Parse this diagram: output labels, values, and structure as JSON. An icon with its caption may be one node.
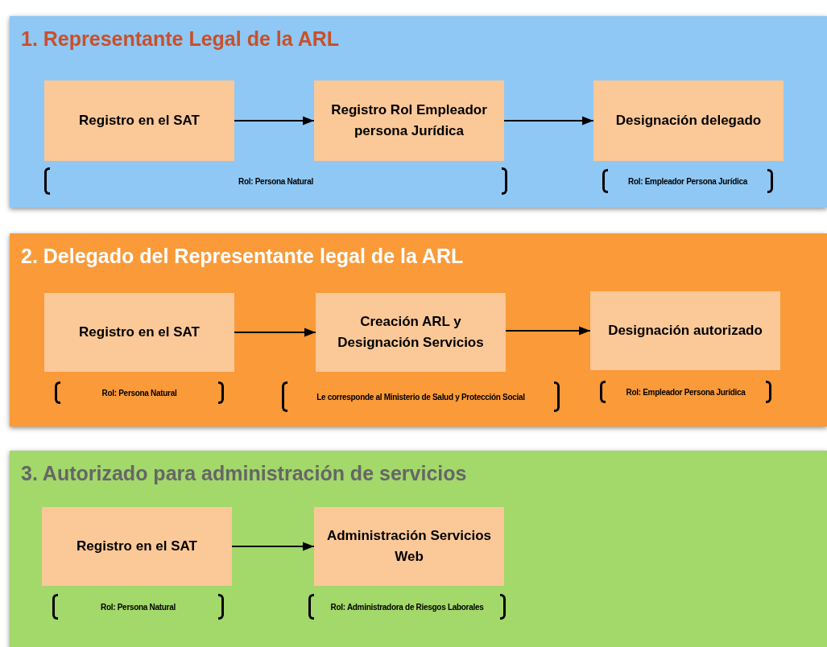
{
  "diagram": {
    "nodes": [
      {
        "text": [
          "1. Representante Legal de la ARL"
        ]
      },
      {
        "text": [
          "Registro en el SAT"
        ],
        "in": 0,
        "beside": [
          "Rol: Persona Natural"
        ]
      },
      {
        "text": [
          "Registro Rol Empleador persona Jurídica"
        ],
        "in": 0
      },
      {
        "text": [
          "Designación delegado"
        ],
        "in": 0,
        "beside": [
          "Rol: Empleador Persona Jurídica"
        ]
      },
      {
        "text": [
          "2. Delegado del Representante legal de la ARL"
        ]
      },
      {
        "text": [
          "Registro en el SAT"
        ],
        "in": 4,
        "beside": [
          "Rol: Persona Natural"
        ]
      },
      {
        "text": [
          "Creación ARL y Designación Servicios"
        ],
        "in": 4,
        "beside": [
          "Le corresponde al Ministerio de Salud y Protección Social"
        ]
      },
      {
        "text": [
          "Designación autorizado"
        ],
        "in": 4,
        "beside": [
          "Rol: Empleador Persona Jurídica"
        ]
      },
      {
        "text": [
          "3. Autorizado para administración de servicios"
        ]
      },
      {
        "text": [
          "Registro en el SAT"
        ],
        "in": 8,
        "beside": [
          "Rol: Persona Natural"
        ]
      },
      {
        "text": [
          "Administración Servicios Web"
        ],
        "in": 8,
        "beside": [
          "Rol: Administradora de Riesgos Laborales"
        ]
      }
    ],
    "edges": [
      {
        "from": 1,
        "to": 2,
        "arrow": "to"
      },
      {
        "from": 2,
        "to": 3,
        "arrow": "to"
      },
      {
        "from": 5,
        "to": 6,
        "arrow": "to"
      },
      {
        "from": 6,
        "to": 7,
        "arrow": "to"
      },
      {
        "from": 9,
        "to": 10,
        "arrow": "to"
      }
    ]
  }
}
